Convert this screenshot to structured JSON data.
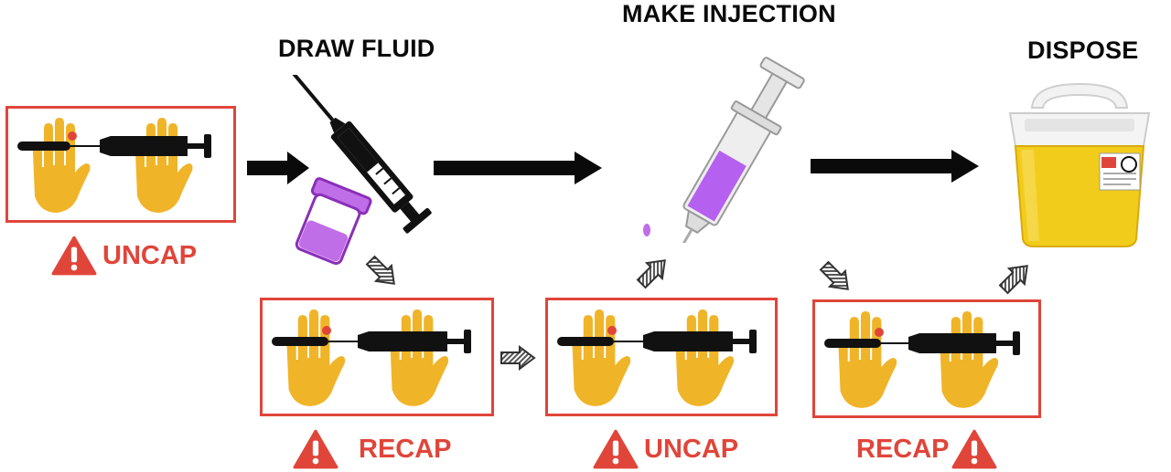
{
  "titles": {
    "draw_fluid": "DRAW FLUID",
    "make_injection": "MAKE INJECTION",
    "dispose": "DISPOSE"
  },
  "warnings": {
    "uncap_1": "UNCAP",
    "recap_1": "RECAP",
    "uncap_2": "UNCAP",
    "recap_2": "RECAP"
  },
  "icons": {
    "hand_color": "#f0b429",
    "syringe_color": "#111111",
    "fluid_color": "#c06ee8",
    "warning_color": "#e0453a",
    "container_color": "#f2cc1a"
  }
}
